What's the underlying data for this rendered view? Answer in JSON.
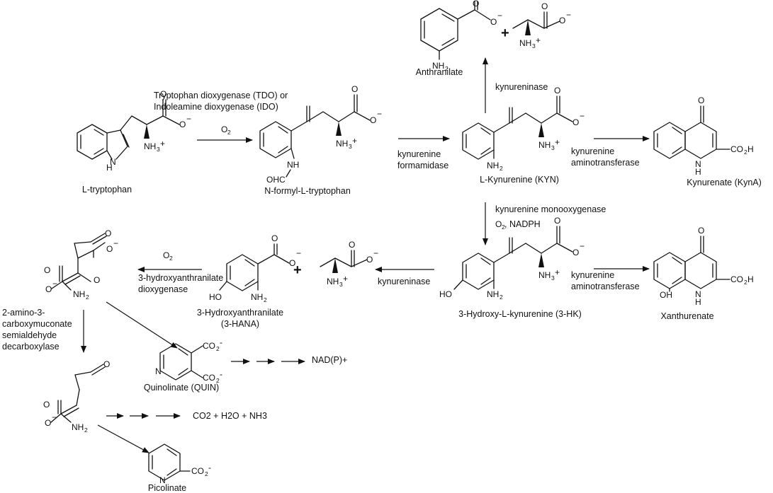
{
  "compounds": {
    "anthranilate": "Anthranilate",
    "l_tryptophan": "L-tryptophan",
    "n_formyl": "N-formyl-L-tryptophan",
    "kynurenine": "L-Kynurenine (KYN)",
    "kynurenate": "Kynurenate (KynA)",
    "hydroxykyn": "3-Hydroxy-L-kynurenine (3-HK)",
    "xanthurenate": "Xanthurenate",
    "hana_line1": "3-Hydroxyanthranilate",
    "hana_line2": "(3-HANA)",
    "quinolinate": "Quinolinate (QUIN)",
    "picolinate": "Picolinate",
    "nadp": "NAD(P)+"
  },
  "enzymes": {
    "tdo_line1": "Tryptophan dioxygenase (TDO) or",
    "tdo_line2": "Indoleamine dioxygenase (IDO)",
    "formamidase_line1": "kynurenine",
    "formamidase_line2": "formamidase",
    "kynureninase_top": "kynureninase",
    "kat_top_line1": "kynurenine",
    "kat_top_line2": "aminotransferase",
    "kmo": "kynurenine monooxygenase",
    "kmo_cofactor": "NADPH",
    "kynureninase_mid": "kynureninase",
    "kat_mid_line1": "kynurenine",
    "kat_mid_line2": "aminotransferase",
    "haao_line1": "3-hydroxyanthranilate",
    "haao_line2": "dioxygenase",
    "acmsd_line1": "2-amino-3-",
    "acmsd_line2": "carboxymuconate",
    "acmsd_line3": "semialdehyde",
    "acmsd_line4": "decarboxylase"
  },
  "products": {
    "co2_h2o_nh3": "CO2 + H2O + NH3"
  },
  "symbols": {
    "plus": "+",
    "o2": "O2"
  }
}
